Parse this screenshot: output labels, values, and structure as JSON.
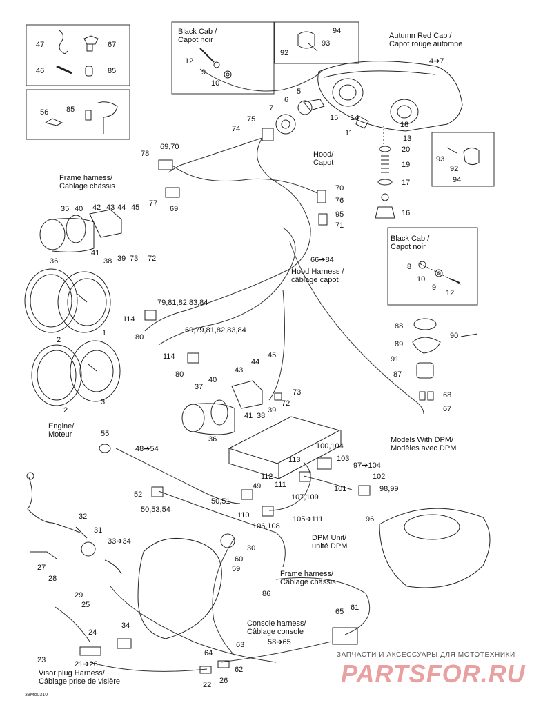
{
  "figure": {
    "drawing_code": "38Mo0310"
  },
  "headings": {
    "black_cab_top": [
      "Black Cab /",
      "Capot noir"
    ],
    "autumn_red_cab": [
      "Autumn Red Cab /",
      "Capot rouge automne"
    ],
    "hood_capot": [
      "Hood/",
      "Capot"
    ],
    "frame_harness_upper": [
      "Frame harness/",
      "Câblage châssis"
    ],
    "hood_harness": [
      "Hood Harness /",
      "câblage capot"
    ],
    "black_cab_right": [
      "Black Cab /",
      "Capot noir"
    ],
    "engine_moteur": [
      "Engine/",
      "Moteur"
    ],
    "models_with_dpm": [
      "Models With DPM/",
      "Modèles avec DPM"
    ],
    "dpm_unit": [
      "DPM Unit/",
      "unité DPM"
    ],
    "frame_harness_lower": [
      "Frame harness/",
      "Câblage châssis"
    ],
    "console_harness": [
      "Console harness/",
      "Câblage console"
    ],
    "visor_plug_harness": [
      "Visor plug Harness/",
      "Câblage prise de visière"
    ]
  },
  "callouts": {
    "c47": "47",
    "c67": "67",
    "c46": "46",
    "c85a": "85",
    "c56": "56",
    "c85b": "85",
    "c94a": "94",
    "c93a": "93",
    "c92a": "92",
    "c12a": "12",
    "c9a": "9",
    "c10a": "10",
    "c4to7": "4➔7",
    "c5": "5",
    "c6": "6",
    "c7": "7",
    "c14": "14",
    "c15": "15",
    "c11": "11",
    "c18": "18",
    "c20": "20",
    "c19": "19",
    "c13": "13",
    "c17": "17",
    "c16": "16",
    "c74": "74",
    "c75": "75",
    "c78": "78",
    "c69_70": "69,70",
    "c77": "77",
    "c69": "69",
    "c70": "70",
    "c76": "76",
    "c95": "95",
    "c71": "71",
    "c93b": "93",
    "c92b": "92",
    "c94b": "94",
    "c35": "35",
    "c40a": "40",
    "c42a": "42",
    "c43a": "43",
    "c44a": "44",
    "c45a": "45",
    "c36a": "36",
    "c41a": "41",
    "c38a": "38",
    "c39a": "39",
    "c73a": "73",
    "c72a": "72",
    "c66to84": "66➔84",
    "c8": "8",
    "c10b": "10",
    "c9b": "9",
    "c12b": "12",
    "c79_84a": "79,81,82,83,84",
    "c114a": "114",
    "c80a": "80",
    "c1": "1",
    "c2a": "2",
    "c69_84": "69,79,81,82,83,84",
    "c114b": "114",
    "c80b": "80",
    "c3": "3",
    "c2b": "2",
    "c88": "88",
    "c89": "89",
    "c90": "90",
    "c91": "91",
    "c87": "87",
    "c68": "68",
    "c67b": "67",
    "c43b": "43",
    "c44b": "44",
    "c45b": "45",
    "c37": "37",
    "c40b": "40",
    "c41b": "41",
    "c38b": "38",
    "c39b": "39",
    "c73b": "73",
    "c72b": "72",
    "c36b": "36",
    "c55": "55",
    "c48to54": "48➔54",
    "c100_104": "100,104",
    "c103": "103",
    "c113": "113",
    "c97to104": "97➔104",
    "c102": "102",
    "c98_99": "98,99",
    "c112": "112",
    "c111": "111",
    "c101": "101",
    "c107_109": "107,109",
    "c96": "96",
    "c52": "52",
    "c49": "49",
    "c50_51": "50,51",
    "c50_53_54": "50,53,54",
    "c110": "110",
    "c106_108": "106,108",
    "c105to111": "105➔111",
    "c32": "32",
    "c31": "31",
    "c33to34": "33➔34",
    "c30": "30",
    "c27": "27",
    "c28": "28",
    "c60": "60",
    "c59": "59",
    "c29": "29",
    "c25": "25",
    "c86": "86",
    "c24": "24",
    "c34": "34",
    "c65": "65",
    "c61": "61",
    "c63": "63",
    "c58to65": "58➔65",
    "c23": "23",
    "c21to26": "21➔26",
    "c64": "64",
    "c62": "62",
    "c22": "22",
    "c26": "26"
  },
  "watermark": {
    "tagline": "ЗАПЧАСТИ И АКСЕССУАРЫ ДЛЯ МОТОТЕХНИКИ",
    "logo_text": "PARTSFOR.RU",
    "logo_color": "#e8a0a0"
  }
}
